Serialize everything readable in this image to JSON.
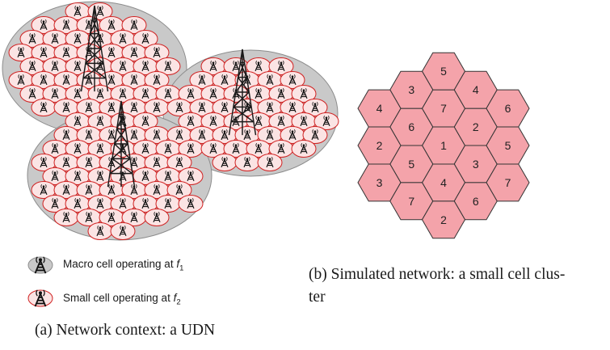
{
  "legend": {
    "macro": {
      "prefix": "Macro cell operating at ",
      "var": "f",
      "sub": "1"
    },
    "small": {
      "prefix": "Small cell operating at ",
      "var": "f",
      "sub": "2"
    }
  },
  "captions": {
    "a": "(a) Network context: a UDN",
    "b_line1": "(b) Simulated network: a small cell clus-",
    "b_line2": "ter"
  },
  "hex_cells": [
    {
      "label": "1",
      "q": 0,
      "r": 0
    },
    {
      "label": "2",
      "q": 1,
      "r": -1
    },
    {
      "label": "3",
      "q": 1,
      "r": 0
    },
    {
      "label": "4",
      "q": 0,
      "r": 1
    },
    {
      "label": "5",
      "q": -1,
      "r": 1
    },
    {
      "label": "6",
      "q": -1,
      "r": 0
    },
    {
      "label": "7",
      "q": 0,
      "r": -1
    },
    {
      "label": "5",
      "q": 0,
      "r": -2
    },
    {
      "label": "3",
      "q": -1,
      "r": -1
    },
    {
      "label": "4",
      "q": 1,
      "r": -2
    },
    {
      "label": "4",
      "q": -2,
      "r": 0
    },
    {
      "label": "6",
      "q": 2,
      "r": -2
    },
    {
      "label": "2",
      "q": -2,
      "r": 1
    },
    {
      "label": "5",
      "q": 2,
      "r": -1
    },
    {
      "label": "3",
      "q": -2,
      "r": 2
    },
    {
      "label": "7",
      "q": 2,
      "r": 0
    },
    {
      "label": "7",
      "q": -1,
      "r": 2
    },
    {
      "label": "6",
      "q": 1,
      "r": 1
    },
    {
      "label": "2",
      "q": 0,
      "r": 2
    }
  ],
  "colors": {
    "hex_fill": "#f4a3aa",
    "hex_stroke": "#333333",
    "macro_fill": "#c9c9c9",
    "macro_stroke": "#8c8c8c",
    "small_fill": "#fbe4e4",
    "small_stroke": "#d02020"
  }
}
